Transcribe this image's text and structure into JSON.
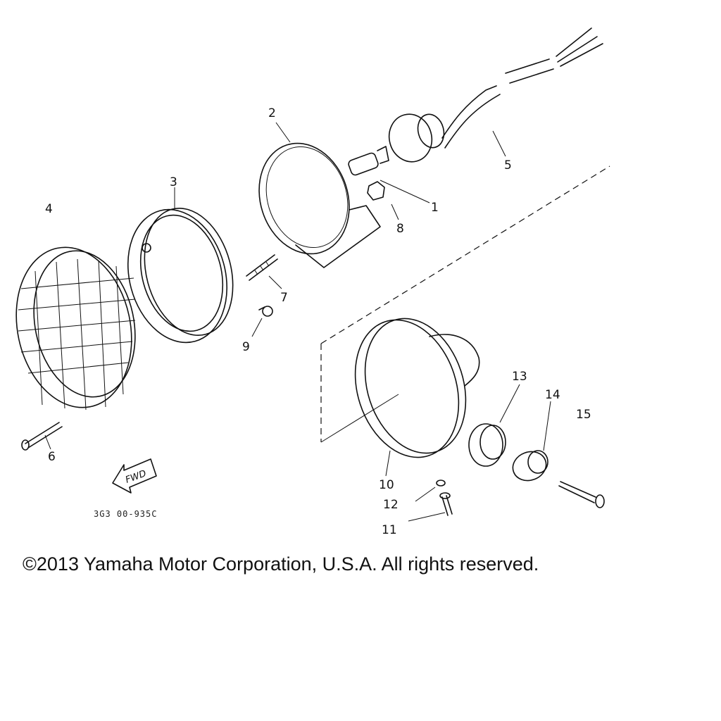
{
  "diagram": {
    "callouts": [
      "1",
      "2",
      "3",
      "4",
      "5",
      "6",
      "7",
      "8",
      "9",
      "10",
      "11",
      "12",
      "13",
      "14",
      "15"
    ],
    "fwd_label": "FWD",
    "drawing_code": "3G3 00-935C"
  },
  "footer": {
    "copyright": "©2013 Yamaha Motor Corporation, U.S.A. All rights reserved."
  }
}
